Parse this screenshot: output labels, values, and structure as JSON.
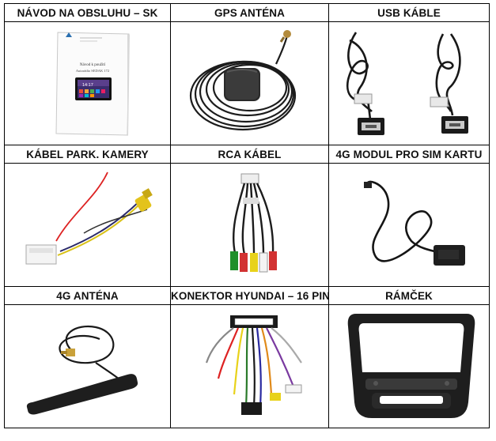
{
  "items": [
    {
      "label": "NÁVOD NA OBSLUHU – SK",
      "icon": "manual-booklet-icon",
      "manual": {
        "title": "Návod k použití",
        "subtitle": "Autorádio SEDAK 172",
        "clock": "14:17"
      }
    },
    {
      "label": "GPS ANTÉNA",
      "icon": "gps-antenna-icon"
    },
    {
      "label": "USB KÁBLE",
      "icon": "usb-cables-icon"
    },
    {
      "label": "KÁBEL PARK. KAMERY",
      "icon": "parking-camera-cable-icon"
    },
    {
      "label": "RCA KÁBEL",
      "icon": "rca-cable-icon"
    },
    {
      "label": "4G MODUL PRO SIM KARTU",
      "icon": "sim-module-icon"
    },
    {
      "label": "4G ANTÉNA",
      "icon": "4g-antenna-icon"
    },
    {
      "label": "KONEKTOR HYUNDAI – 16 PIN",
      "icon": "harness-connector-icon"
    },
    {
      "label": "RÁMČEK",
      "icon": "dash-frame-icon"
    }
  ]
}
